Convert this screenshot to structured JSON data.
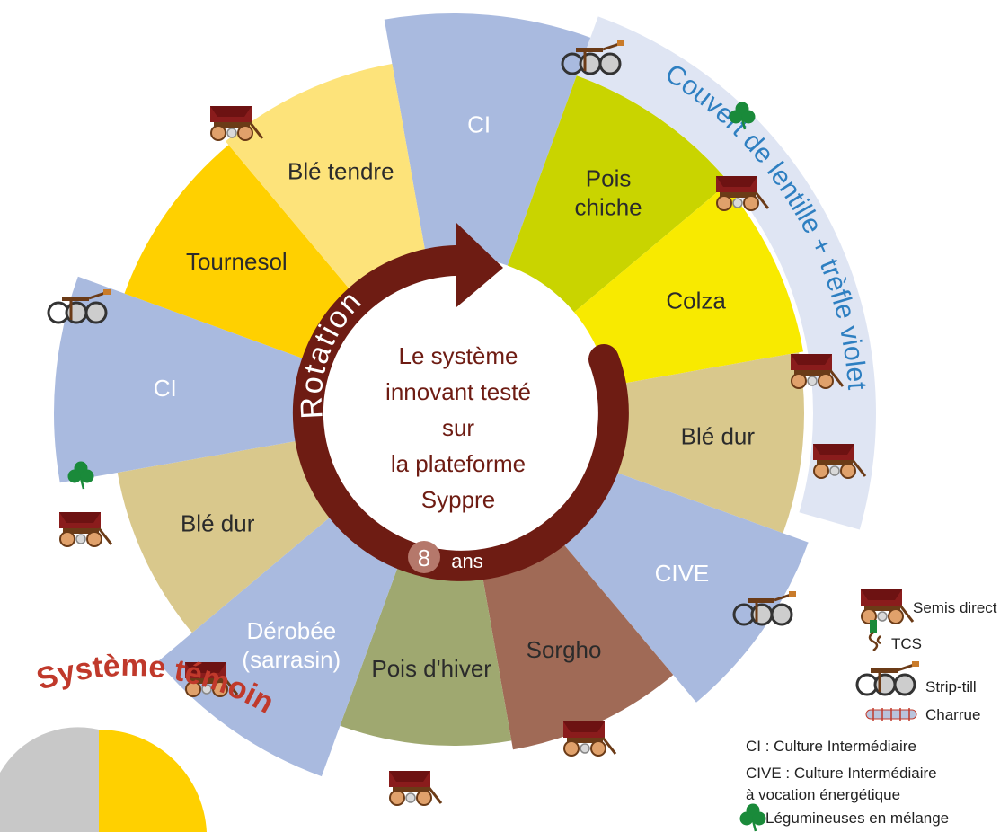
{
  "cover_crop_arc": "Couvert de lentille + trèfle violet",
  "center": {
    "lines": [
      "Le système",
      "innovant testé",
      "sur",
      "la plateforme",
      "Syppre"
    ],
    "rotation_word": "Rotation",
    "years_number": "8",
    "years_unit": "ans"
  },
  "segments": [
    {
      "name": "CI",
      "color": "#a9badf",
      "light": true
    },
    {
      "name_lines": [
        "Pois",
        "chiche"
      ],
      "color": "#c9d400"
    },
    {
      "name": "Colza",
      "color": "#f8ea00"
    },
    {
      "name": "Blé dur",
      "color": "#d9c88c"
    },
    {
      "name": "CIVE",
      "color": "#a9badf",
      "light": true
    },
    {
      "name": "Sorgho",
      "color": "#a06a56"
    },
    {
      "name": "Pois d'hiver",
      "color": "#9fa870"
    },
    {
      "name_lines": [
        "Dérobée",
        "(sarrasin)"
      ],
      "color": "#a9badf",
      "light": true
    },
    {
      "name": "Blé dur",
      "color": "#d9c88c"
    },
    {
      "name": "CI",
      "color": "#a9badf",
      "light": true
    },
    {
      "name": "Tournesol",
      "color": "#ffd000"
    },
    {
      "name": "Blé tendre",
      "color": "#fde37a"
    }
  ],
  "control_title": "Système témoin",
  "legend": {
    "items": [
      {
        "icon": "seed-drill-icon",
        "label": "Semis direct"
      },
      {
        "icon": "tcs-icon",
        "label": "TCS"
      },
      {
        "icon": "strip-till-icon",
        "label": "Strip-till"
      },
      {
        "icon": "plough-icon",
        "label": "Charrue"
      }
    ],
    "notes": [
      "CI : Culture Intermédiaire",
      "CIVE : Culture Intermédiaire",
      "à vocation énergétique"
    ],
    "clover_note": "Légumineuses en mélange"
  },
  "colors": {
    "cover_band": "#dfe5f3",
    "cover_text": "#2e7fc1",
    "arrow": "#6e1c13",
    "clover": "#1a8a3a",
    "seed_drill": "#8a1c1c",
    "control_title": "#c0392b"
  }
}
